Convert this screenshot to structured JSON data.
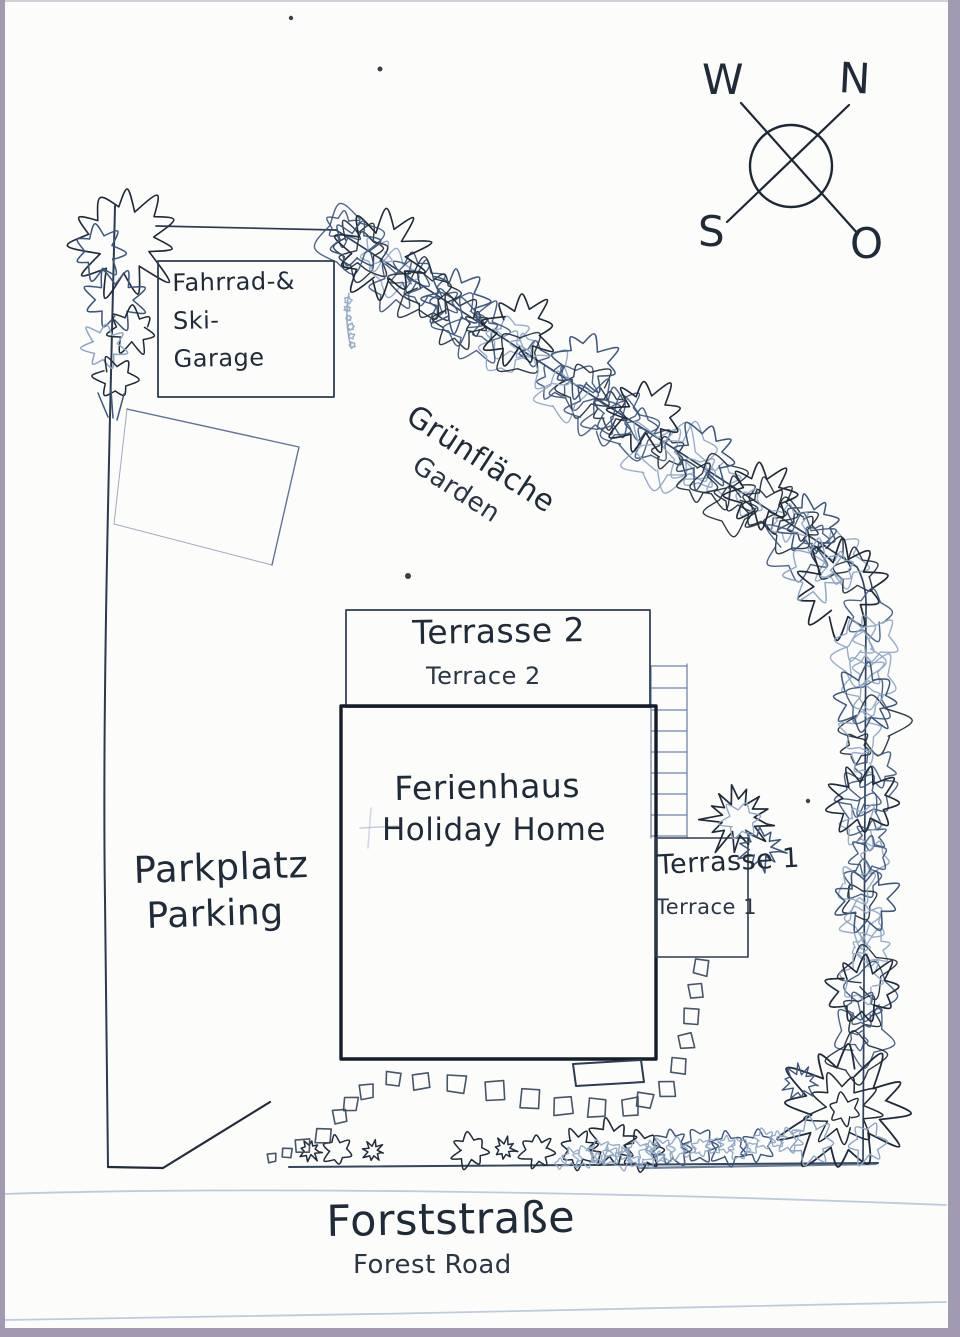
{
  "compass": {
    "west": "W",
    "north": "N",
    "south": "S",
    "east": "O"
  },
  "labels": {
    "garage": {
      "line1": "Fahrrad-&",
      "line2": "Ski-",
      "line3": "Garage"
    },
    "garden": {
      "de": "Grünfläche",
      "en": "Garden"
    },
    "terrace2": {
      "de": "Terrasse 2",
      "en": "Terrace 2"
    },
    "house": {
      "de": "Ferienhaus",
      "en": "Holiday Home"
    },
    "terrace1": {
      "de": "Terrasse 1",
      "en": "Terrace 1"
    },
    "parking": {
      "de": "Parkplatz",
      "en": "Parking"
    },
    "road": {
      "de": "Forststraße",
      "en": "Forest Road"
    }
  },
  "colors": {
    "ink": "#202b39",
    "ink_blue": "#3d577d",
    "ink_light": "#8ea6c6",
    "paper": "#fcfcfb",
    "scan_border": "#a29ab0"
  }
}
